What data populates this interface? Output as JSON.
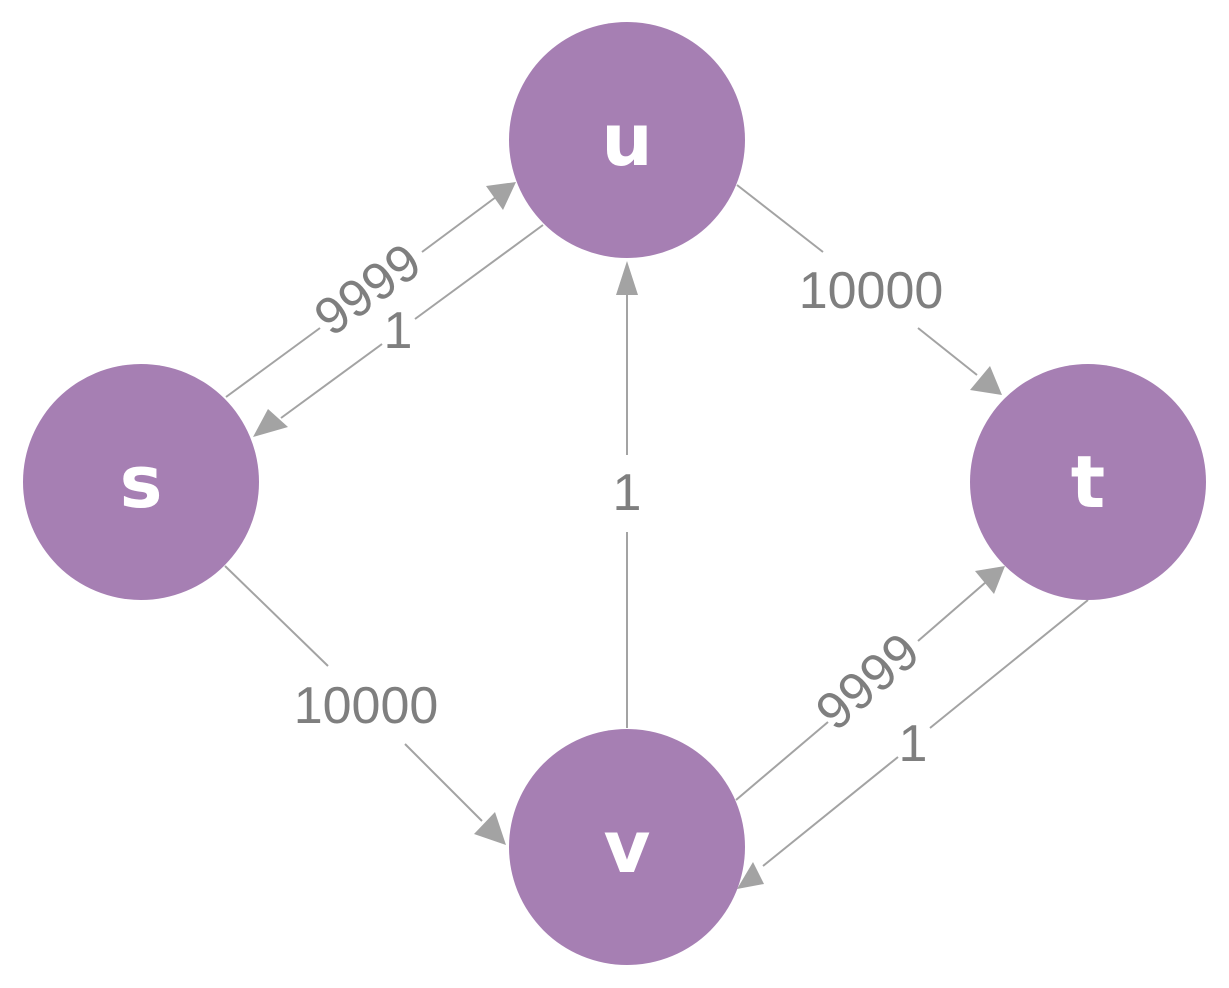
{
  "nodes": {
    "s": {
      "label": "s"
    },
    "u": {
      "label": "u"
    },
    "t": {
      "label": "t"
    },
    "v": {
      "label": "v"
    }
  },
  "edges": {
    "s_u": {
      "from": "s",
      "to": "u",
      "label": "9999"
    },
    "u_s": {
      "from": "u",
      "to": "s",
      "label": "1"
    },
    "u_t": {
      "from": "u",
      "to": "t",
      "label": "10000"
    },
    "s_v": {
      "from": "s",
      "to": "v",
      "label": "10000"
    },
    "v_u": {
      "from": "v",
      "to": "u",
      "label": "1"
    },
    "v_t": {
      "from": "v",
      "to": "t",
      "label": "9999"
    },
    "t_v": {
      "from": "t",
      "to": "v",
      "label": "1"
    }
  },
  "colors": {
    "node_fill": "#a67fb3",
    "node_text": "#ffffff",
    "edge_line": "#a3a3a3",
    "edge_label": "#7f7f7f"
  }
}
